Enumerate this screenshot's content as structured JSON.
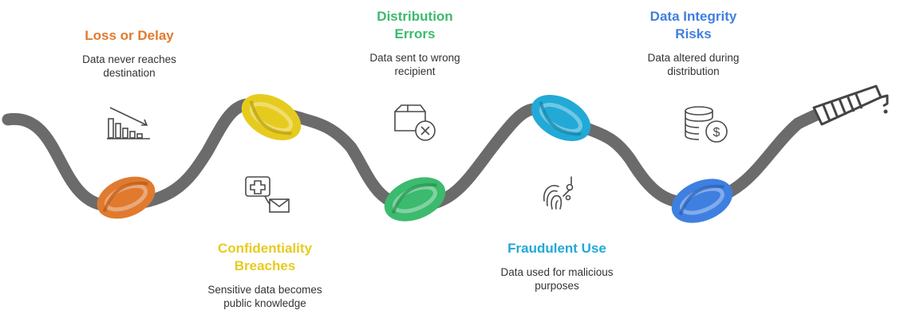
{
  "colors": {
    "hose": "#6b6b6b",
    "orange": "#e07a2f",
    "yellow": "#e6cb1f",
    "green": "#3cba6e",
    "cyan": "#22a9d6",
    "blue": "#3f7fe0",
    "icon_stroke": "#4a4a4a"
  },
  "items": [
    {
      "key": "loss",
      "title": "Loss or Delay",
      "description": "Data never reaches\ndestination",
      "color": "#e07a2f",
      "icon": "chart-declining-icon"
    },
    {
      "key": "confidentiality",
      "title": "Confidentiality\nBreaches",
      "description": "Sensitive data becomes\npublic knowledge",
      "color": "#e6cb1f",
      "icon": "medical-mail-icon"
    },
    {
      "key": "distribution",
      "title": "Distribution\nErrors",
      "description": "Data sent to wrong\nrecipient",
      "color": "#3cba6e",
      "icon": "box-cancel-icon"
    },
    {
      "key": "fraudulent",
      "title": "Fraudulent Use",
      "description": "Data used for malicious\npurposes",
      "color": "#22a9d6",
      "icon": "fingerprint-icon"
    },
    {
      "key": "integrity",
      "title": "Data Integrity\nRisks",
      "description": "Data altered during\ndistribution",
      "color": "#3f7fe0",
      "icon": "coins-dollar-icon"
    }
  ]
}
